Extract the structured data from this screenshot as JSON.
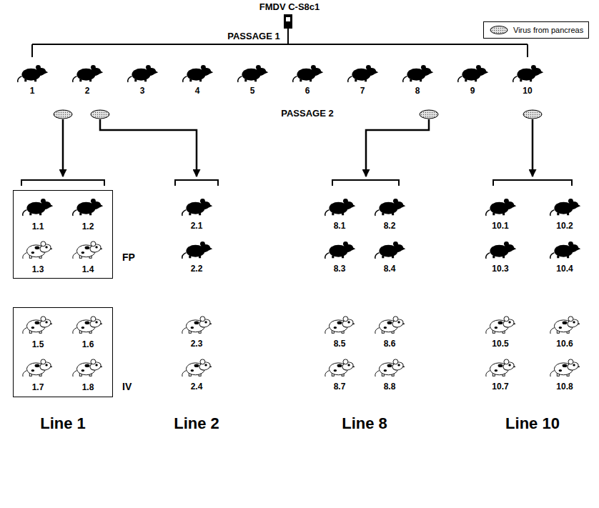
{
  "diagram": {
    "title": "FMDV C-S8c1",
    "nodes": [
      {
        "text": [
          "1.1",
          "1.2",
          "1.3",
          "1.4",
          "FP"
        ]
      },
      {
        "text": [
          "1.5",
          "1.6",
          "1.7",
          "1.8",
          "IV"
        ]
      }
    ],
    "labels": [
      "PASSAGE 1",
      "1",
      "2",
      "3",
      "4",
      "5",
      "6",
      "7",
      "8",
      "9",
      "10",
      "PASSAGE 2",
      "2.1",
      "2.2",
      "2.3",
      "2.4",
      "8.1",
      "8.2",
      "8.3",
      "8.4",
      "8.5",
      "8.6",
      "8.7",
      "8.8",
      "10.1",
      "10.2",
      "10.3",
      "10.4",
      "10.5",
      "10.6",
      "10.7",
      "10.8",
      "Line 1",
      "Line 2",
      "Line 8",
      "Line 10"
    ],
    "legend": [
      {
        "text": "Virus from pancreas"
      }
    ]
  }
}
